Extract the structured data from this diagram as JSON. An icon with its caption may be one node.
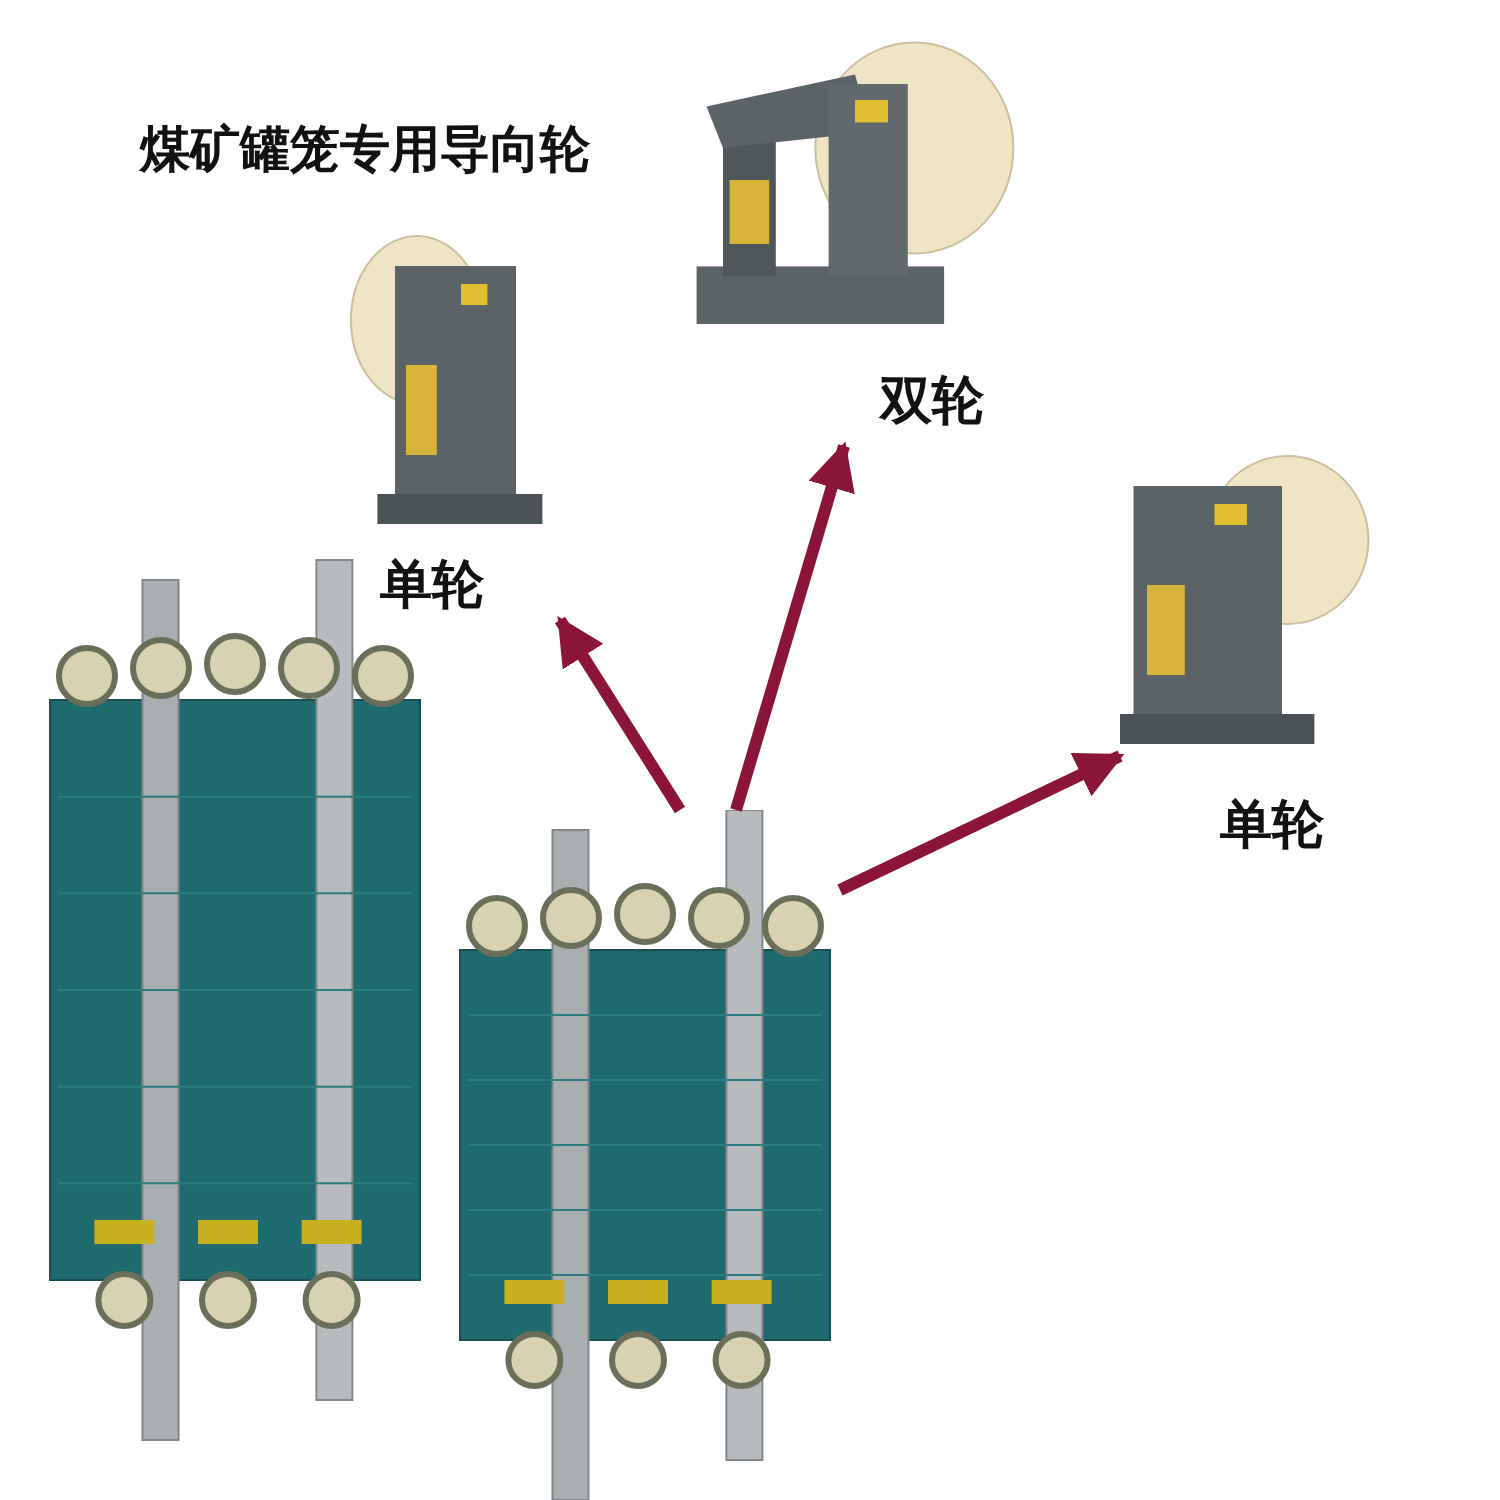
{
  "diagram": {
    "title": "煤矿罐笼专用导向轮",
    "nodes": [
      {
        "text": [],
        "shape": "picture",
        "beside": [
          "单轮"
        ]
      },
      {
        "text": [],
        "shape": "picture",
        "beside": [
          "双轮"
        ]
      },
      {
        "text": [],
        "shape": "picture",
        "beside": [
          "单轮"
        ]
      },
      {
        "text": [],
        "shape": "picture"
      }
    ],
    "edges": [
      {
        "from": 3,
        "to": 0,
        "arrow": "to"
      },
      {
        "from": 3,
        "to": 1,
        "arrow": "to"
      },
      {
        "from": 3,
        "to": 2,
        "arrow": "to"
      }
    ]
  }
}
